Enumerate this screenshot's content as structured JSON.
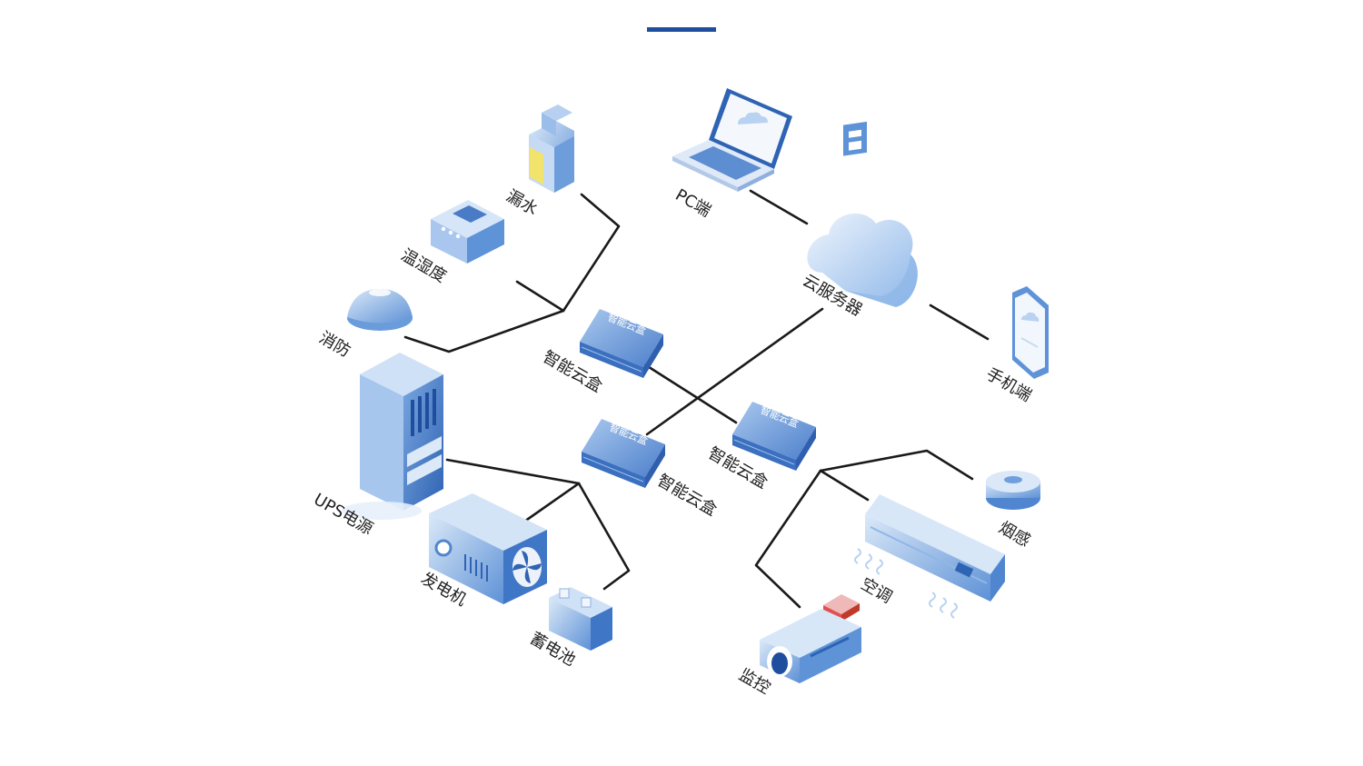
{
  "accent_color": "#1f4e9f",
  "device_colors": {
    "light": "#cfe1f6",
    "mid": "#8fb7e6",
    "dark": "#4f86cf",
    "deep": "#2f63b3",
    "yellow": "#f1e36b"
  },
  "labels": {
    "leak": "漏水",
    "temp_humidity": "温湿度",
    "fire": "消防",
    "pc": "PC端",
    "cloud_server": "云服务器",
    "mobile": "手机端",
    "ups": "UPS电源",
    "generator": "发电机",
    "battery": "蓄电池",
    "monitor": "监控",
    "aircon": "空调",
    "smoke": "烟感",
    "box_a": "智能云盒",
    "box_b": "智能云盒",
    "box_c": "智能云盒",
    "box_a_face": "智能云盒",
    "box_b_face": "智能云盒",
    "box_c_face": "智能云盒"
  }
}
